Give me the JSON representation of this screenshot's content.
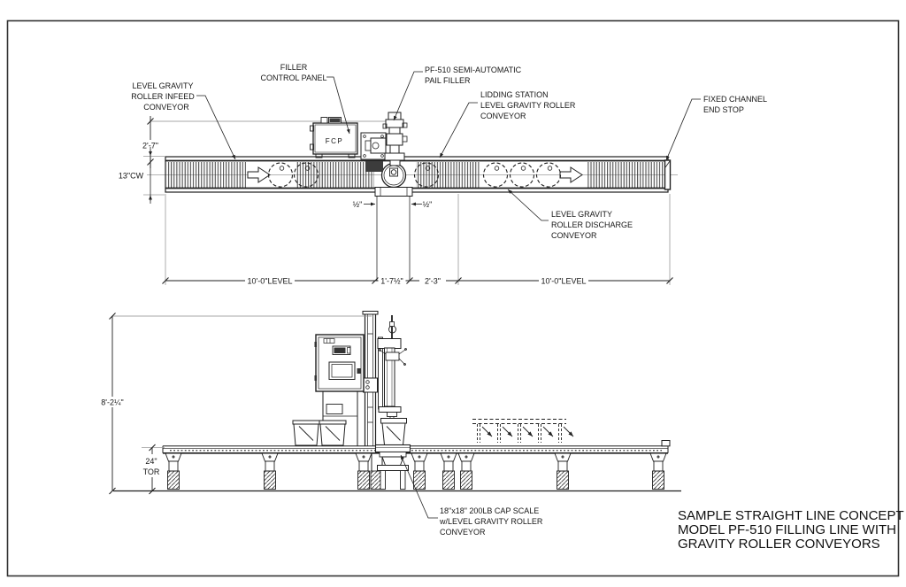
{
  "labels": {
    "infeed_conveyor": {
      "line1": "LEVEL GRAVITY",
      "line2": "ROLLER INFEED",
      "line3": "CONVEYOR"
    },
    "filler_control_panel": {
      "line1": "FILLER",
      "line2": "CONTROL PANEL"
    },
    "pail_filler": {
      "line1": "PF-510 SEMI-AUTOMATIC",
      "line2": "PAIL FILLER"
    },
    "lidding_station": {
      "line1": "LIDDING STATION",
      "line2": "LEVEL GRAVITY ROLLER",
      "line3": "CONVEYOR"
    },
    "end_stop": {
      "line1": "FIXED CHANNEL",
      "line2": "END STOP"
    },
    "discharge_conveyor": {
      "line1": "LEVEL GRAVITY",
      "line2": "ROLLER DISCHARGE",
      "line3": "CONVEYOR"
    },
    "scale": {
      "line1": "18\"x18\" 200LB CAP SCALE",
      "line2": "w/LEVEL GRAVITY ROLLER",
      "line3": "CONVEYOR"
    },
    "fcp_box": "FCP"
  },
  "dimensions": {
    "panel_offset": "2'-7\"",
    "conveyor_width": "13\"CW",
    "infeed_length": "10'-0\"LEVEL",
    "filler_section": "1'-7½\"",
    "lidding_section": "2'-3\"",
    "discharge_length": "10'-0\"LEVEL",
    "gap_left": "½\"",
    "gap_right": "½\"",
    "overall_height": "8'-2¼\"",
    "conveyor_height": "24\"",
    "conveyor_height_ref": "TOR"
  },
  "title_block": {
    "line1": "SAMPLE STRAIGHT LINE CONCEPT",
    "line2": "MODEL PF-510 FILLING LINE WITH",
    "line3": "GRAVITY ROLLER CONVEYORS"
  },
  "colors": {
    "line": "#1f1f1f",
    "centerline": "#9c9c9c",
    "dark_fill": "#3c3c3c",
    "background": "#ffffff"
  }
}
